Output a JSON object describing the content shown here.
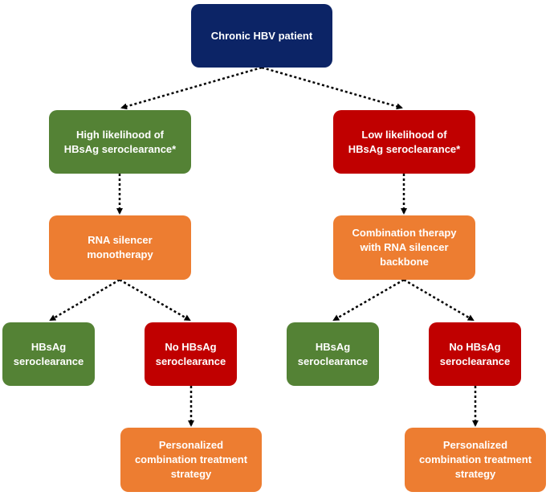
{
  "nodes": {
    "root": "Chronic HBV patient",
    "high_likelihood": "High likelihood of\nHBsAg seroclearance*",
    "low_likelihood": "Low likelihood of\nHBsAg seroclearance*",
    "rna_monotherapy": "RNA silencer\nmonotherapy",
    "combination_therapy": "Combination therapy\nwith RNA silencer\nbackbone",
    "left_seroclearance": "HBsAg\nseroclearance",
    "left_no_seroclearance": "No HBsAg\nseroclearance",
    "right_seroclearance": "HBsAg\nseroclearance",
    "right_no_seroclearance": "No HBsAg\nseroclearance",
    "left_personalized": "Personalized\ncombination treatment\nstrategy",
    "right_personalized": "Personalized\ncombination treatment\nstrategy"
  },
  "colors": {
    "root": "#0c2466",
    "positive": "#548235",
    "negative": "#c00000",
    "therapy": "#ed7d31",
    "arrow": "#000000"
  }
}
